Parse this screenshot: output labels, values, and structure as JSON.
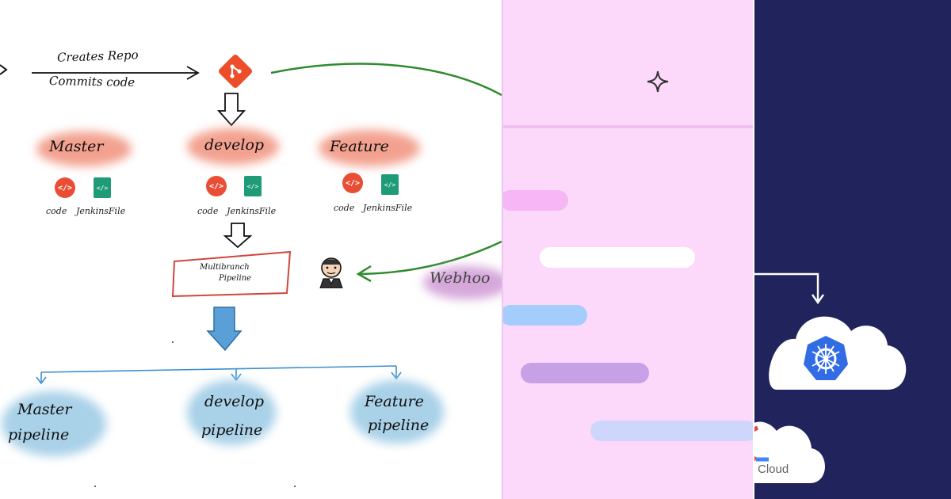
{
  "left": {
    "top_line1": "Creates Repo",
    "top_line2": "Commits code",
    "branches": [
      "Master",
      "develop",
      "Feature"
    ],
    "code_label": "code",
    "jenkins_label": "JenkinsFile",
    "multibranch_line1": "Multibranch",
    "multibranch_line2": "Pipeline",
    "webhook": "Webhoo",
    "pipelines": [
      {
        "line1": "Master",
        "line2": "pipeline"
      },
      {
        "line1": "develop",
        "line2": "pipeline"
      },
      {
        "line1": "Feature",
        "line2": "pipeline"
      }
    ]
  },
  "right": {
    "cloud_label": "Cloud"
  },
  "colors": {
    "git_orange": "#ec4e29",
    "branch_blob": "#f3a18f",
    "pipeline_blob": "#a9d1e8",
    "webhook_blob": "#d6a8da",
    "arrow_green": "#2e8b2e",
    "mid_bg": "#fcd9fb",
    "right_bg": "#21235d",
    "k8s_blue": "#326ce5"
  },
  "icons": [
    "git-icon",
    "code-icon",
    "jenkinsfile-icon",
    "jenkins-icon",
    "sparkle-icon",
    "kubernetes-icon",
    "google-cloud-icon"
  ]
}
